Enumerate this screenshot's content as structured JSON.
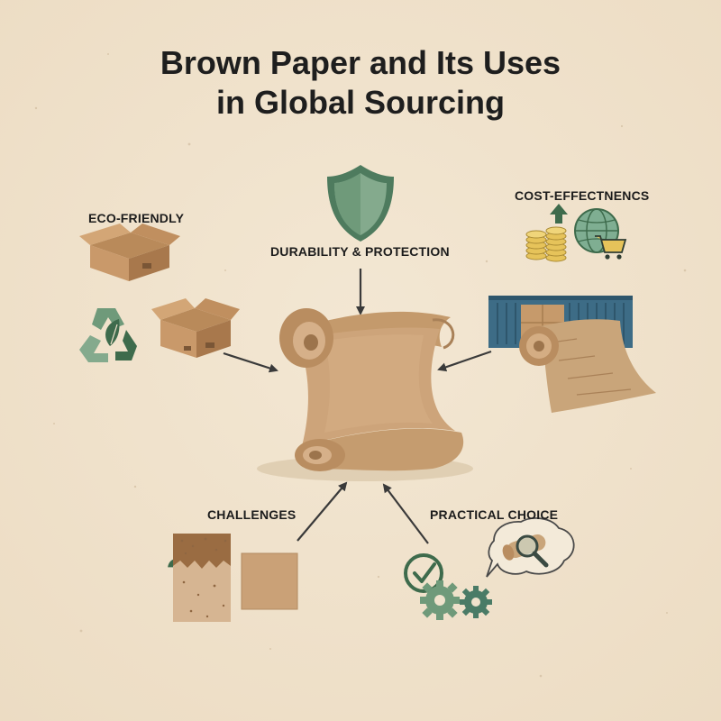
{
  "title_line1": "Brown Paper and Its Uses",
  "title_line2": "in Global Sourcing",
  "nodes": {
    "eco": "ECO-FRIENDLY",
    "durability": "DURABILITY & PROTECTION",
    "cost": "COST-EFFECTNENCS",
    "challenges": "CHALLENGES",
    "practical": "PRACTICAL CHOICE"
  },
  "challenge_mark": "?",
  "colors": {
    "background": "#efe2cc",
    "paper": "#c9a57a",
    "green": "#6f9a7a",
    "dark_green": "#3e6b4c",
    "container_blue": "#3d6c86",
    "coin_gold": "#e6c35a"
  }
}
